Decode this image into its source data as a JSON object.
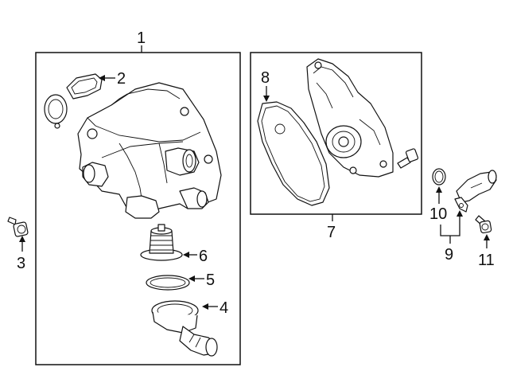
{
  "callouts": {
    "c1": "1",
    "c2": "2",
    "c3": "3",
    "c4": "4",
    "c5": "5",
    "c6": "6",
    "c7": "7",
    "c8": "8",
    "c9": "9",
    "c10": "10",
    "c11": "11"
  },
  "parts": [
    {
      "ref": "1",
      "icon": "thermostat-housing-assembly-icon"
    },
    {
      "ref": "2",
      "icon": "housing-gasket-icon"
    },
    {
      "ref": "3",
      "icon": "bolt-icon"
    },
    {
      "ref": "4",
      "icon": "thermostat-cover-icon"
    },
    {
      "ref": "5",
      "icon": "o-ring-icon"
    },
    {
      "ref": "6",
      "icon": "thermostat-icon"
    },
    {
      "ref": "7",
      "icon": "water-pump-assembly-icon"
    },
    {
      "ref": "8",
      "icon": "water-pump-gasket-icon"
    },
    {
      "ref": "9",
      "icon": "hose-fitting-icon"
    },
    {
      "ref": "10",
      "icon": "seal-ring-icon"
    },
    {
      "ref": "11",
      "icon": "bolt-icon"
    }
  ]
}
